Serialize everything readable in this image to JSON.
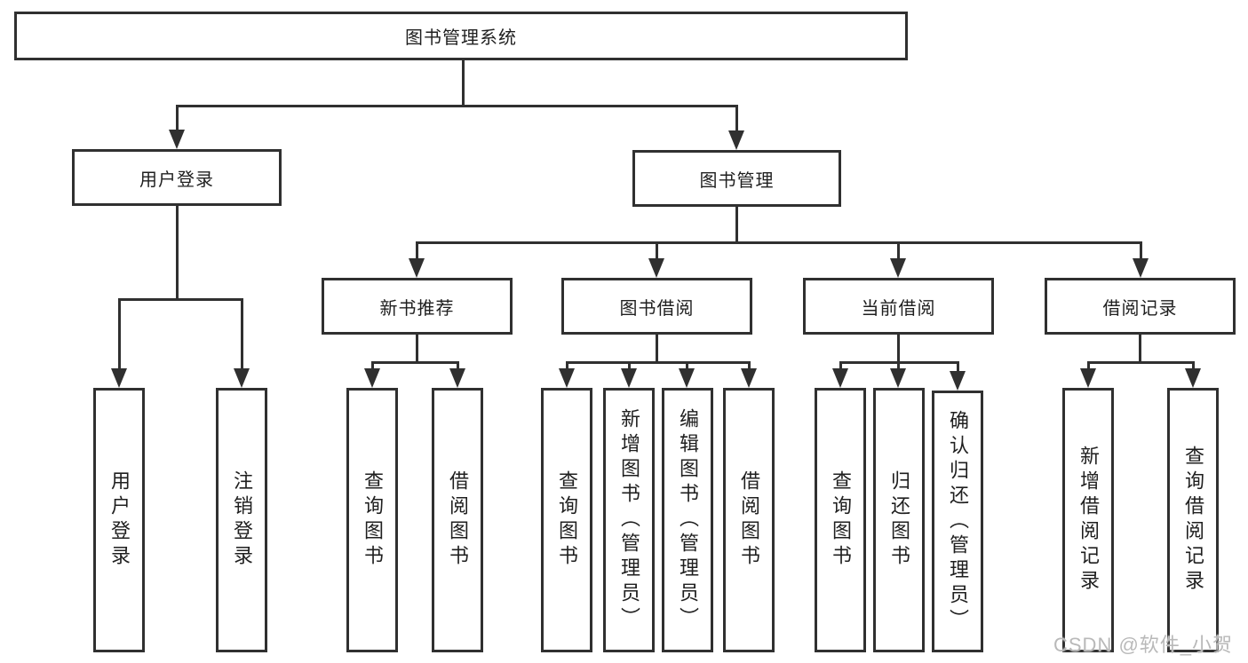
{
  "diagram": {
    "root": {
      "label": "图书管理系统"
    },
    "level2": [
      {
        "label": "用户登录"
      },
      {
        "label": "图书管理"
      }
    ],
    "level3": [
      {
        "label": "新书推荐"
      },
      {
        "label": "图书借阅"
      },
      {
        "label": "当前借阅"
      },
      {
        "label": "借阅记录"
      }
    ],
    "leaves": {
      "user_login": [
        {
          "label": "用户登录"
        },
        {
          "label": "注销登录"
        }
      ],
      "new_book": [
        {
          "label": "查询图书"
        },
        {
          "label": "借阅图书"
        }
      ],
      "book_borrow": [
        {
          "label": "查询图书"
        },
        {
          "label": "新增图书（管理员）"
        },
        {
          "label": "编辑图书（管理员）"
        },
        {
          "label": "借阅图书"
        }
      ],
      "current_borrow": [
        {
          "label": "查询图书"
        },
        {
          "label": "归还图书"
        },
        {
          "label": "确认归还（管理员）"
        }
      ],
      "borrow_record": [
        {
          "label": "新增借阅记录"
        },
        {
          "label": "查询借阅记录"
        }
      ]
    },
    "watermark": "CSDN @软件_小贺同学",
    "colors": {
      "line": "#303030",
      "text": "#1f1f1f",
      "watermark": "#b9b9b9",
      "background": "#ffffff"
    }
  }
}
